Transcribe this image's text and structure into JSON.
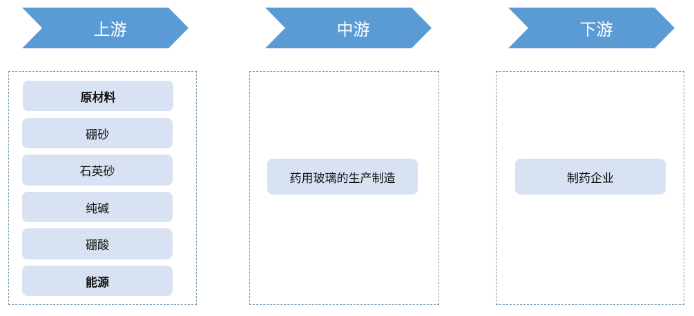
{
  "colors": {
    "chevron": "#5b9bd5",
    "item_bg": "#d9e2f2",
    "panel_border": "#6f93ad"
  },
  "stages": [
    {
      "label": "上游",
      "items": [
        {
          "text": "原材料",
          "bold": true
        },
        {
          "text": "硼砂",
          "bold": false
        },
        {
          "text": "石英砂",
          "bold": false
        },
        {
          "text": "纯碱",
          "bold": false
        },
        {
          "text": "硼酸",
          "bold": false
        },
        {
          "text": "能源",
          "bold": true
        }
      ]
    },
    {
      "label": "中游",
      "items": [
        {
          "text": "药用玻璃的生产制造",
          "bold": false
        }
      ]
    },
    {
      "label": "下游",
      "items": [
        {
          "text": "制药企业",
          "bold": false
        }
      ]
    }
  ]
}
